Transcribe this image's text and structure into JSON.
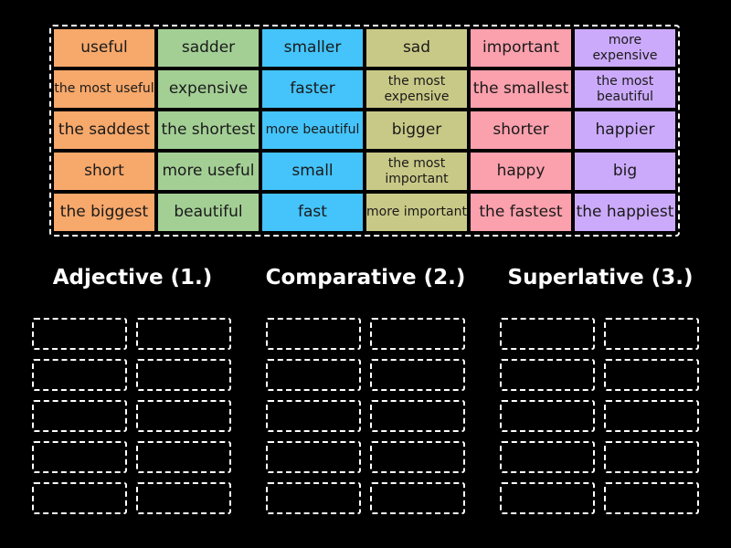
{
  "colors": {
    "background": "#000000",
    "col1": "#f7a86b",
    "col2": "#a3cf95",
    "col3": "#44c4fb",
    "col4": "#c9c987",
    "col5": "#fba0ad",
    "col6": "#ccaafb"
  },
  "tiles": [
    [
      "useful",
      "sadder",
      "smaller",
      "sad",
      "important",
      "more expensive"
    ],
    [
      "the most useful",
      "expensive",
      "faster",
      "the most expensive",
      "the smallest",
      "the most beautiful"
    ],
    [
      "the saddest",
      "the shortest",
      "more beautiful",
      "bigger",
      "shorter",
      "happier"
    ],
    [
      "short",
      "more useful",
      "small",
      "the most important",
      "happy",
      "big"
    ],
    [
      "the biggest",
      "beautiful",
      "fast",
      "more important",
      "the fastest",
      "the happiest"
    ]
  ],
  "categories": [
    {
      "label": "Adjective (1.)"
    },
    {
      "label": "Comparative (2.)"
    },
    {
      "label": "Superlative (3.)"
    }
  ]
}
